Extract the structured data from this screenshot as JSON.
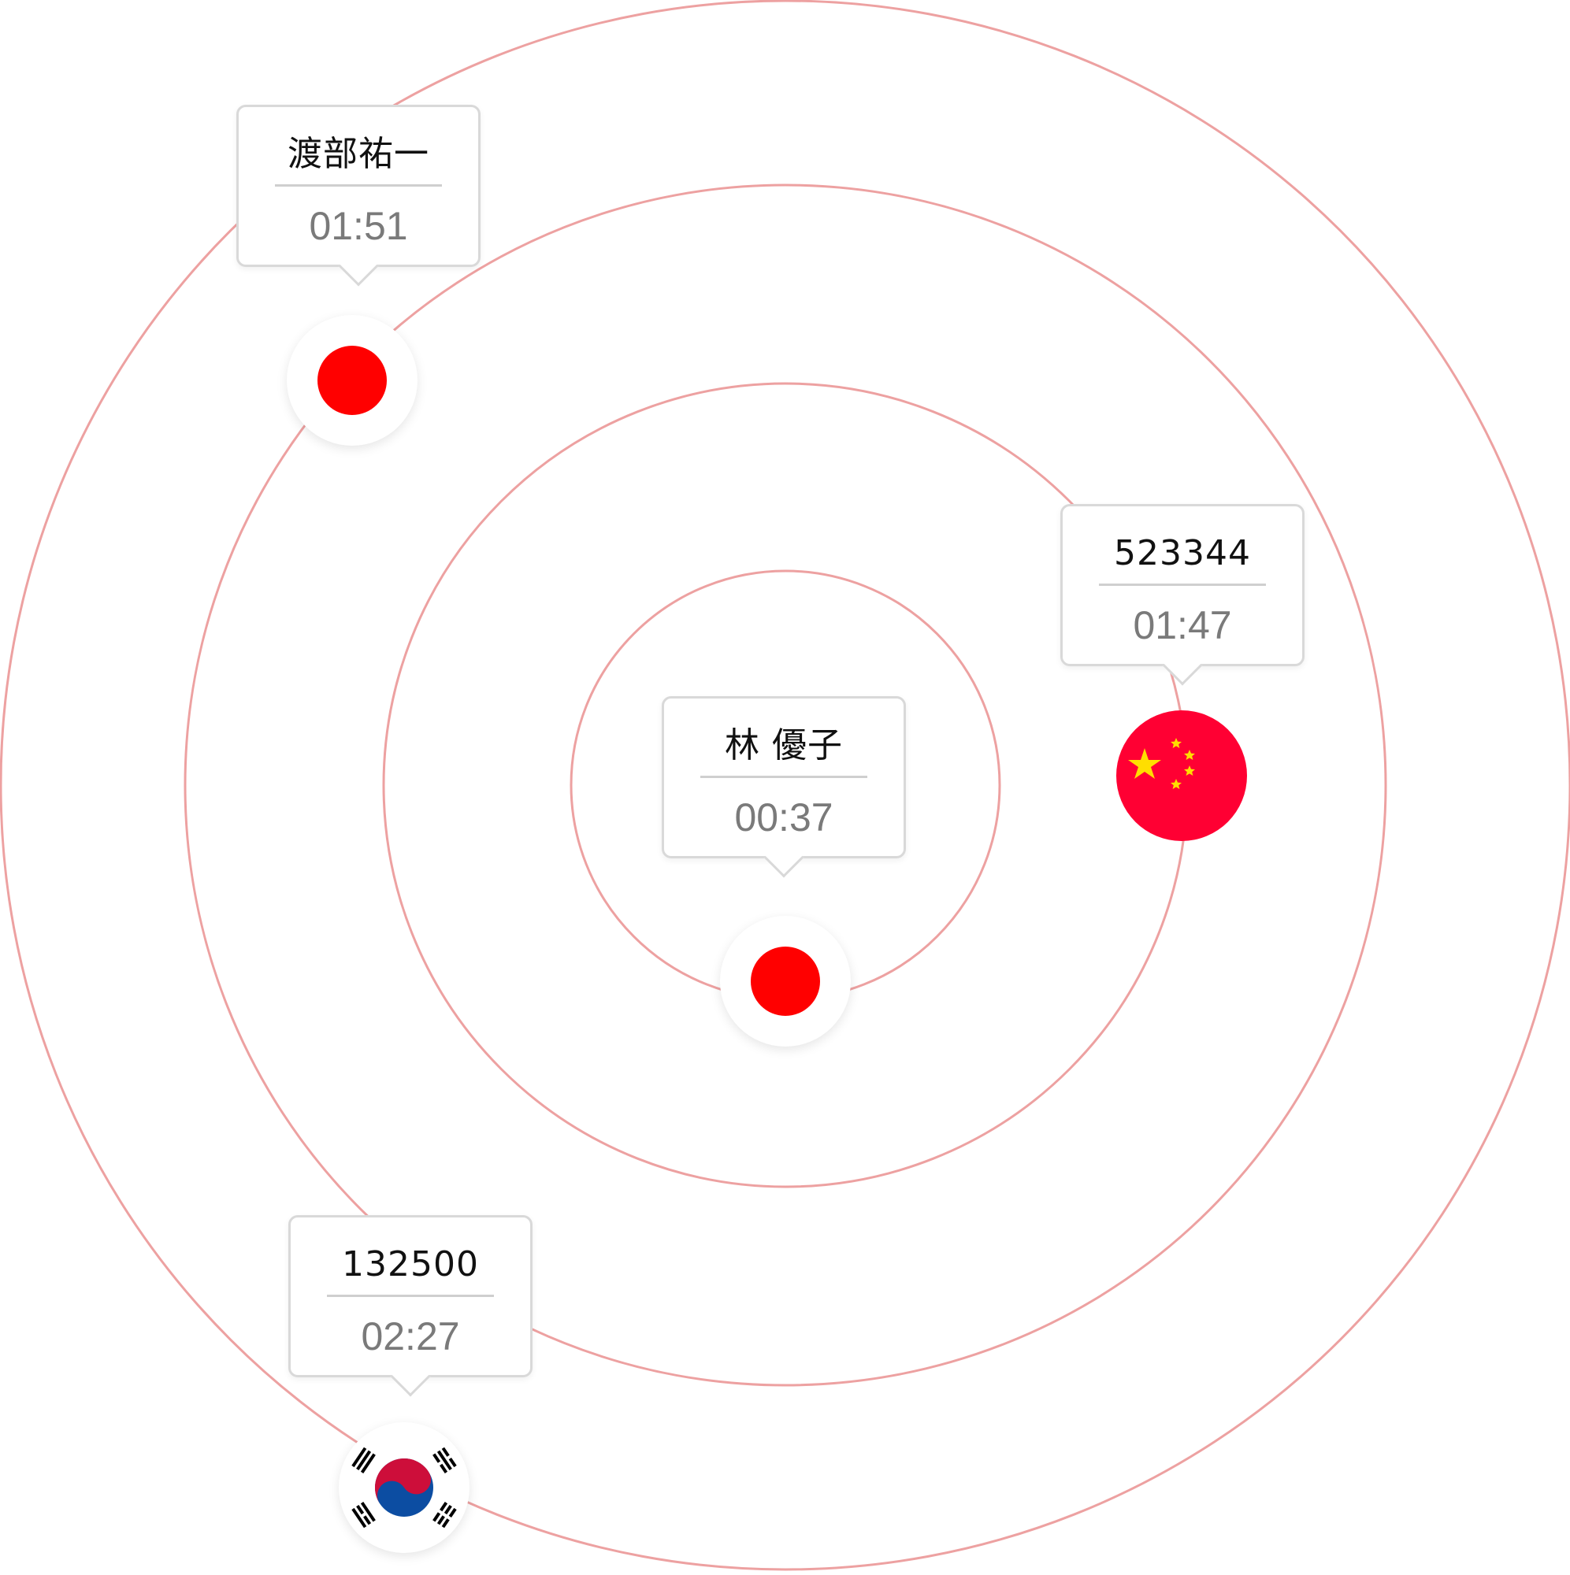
{
  "colors": {
    "ring": "#eda1a1",
    "japan_red": "#ff0000",
    "china_red": "#ff0033",
    "china_star": "#ffde00",
    "korea_red": "#cd0e3a",
    "korea_blue": "#0c4da2"
  },
  "entries": [
    {
      "name": "渡部祐一",
      "time": "01:51",
      "flag": "japan-flag-icon"
    },
    {
      "name": "523344",
      "time": "01:47",
      "flag": "china-flag-icon"
    },
    {
      "name": "林 優子",
      "time": "00:37",
      "flag": "japan-flag-icon"
    },
    {
      "name": "132500",
      "time": "02:27",
      "flag": "south-korea-flag-icon"
    }
  ]
}
